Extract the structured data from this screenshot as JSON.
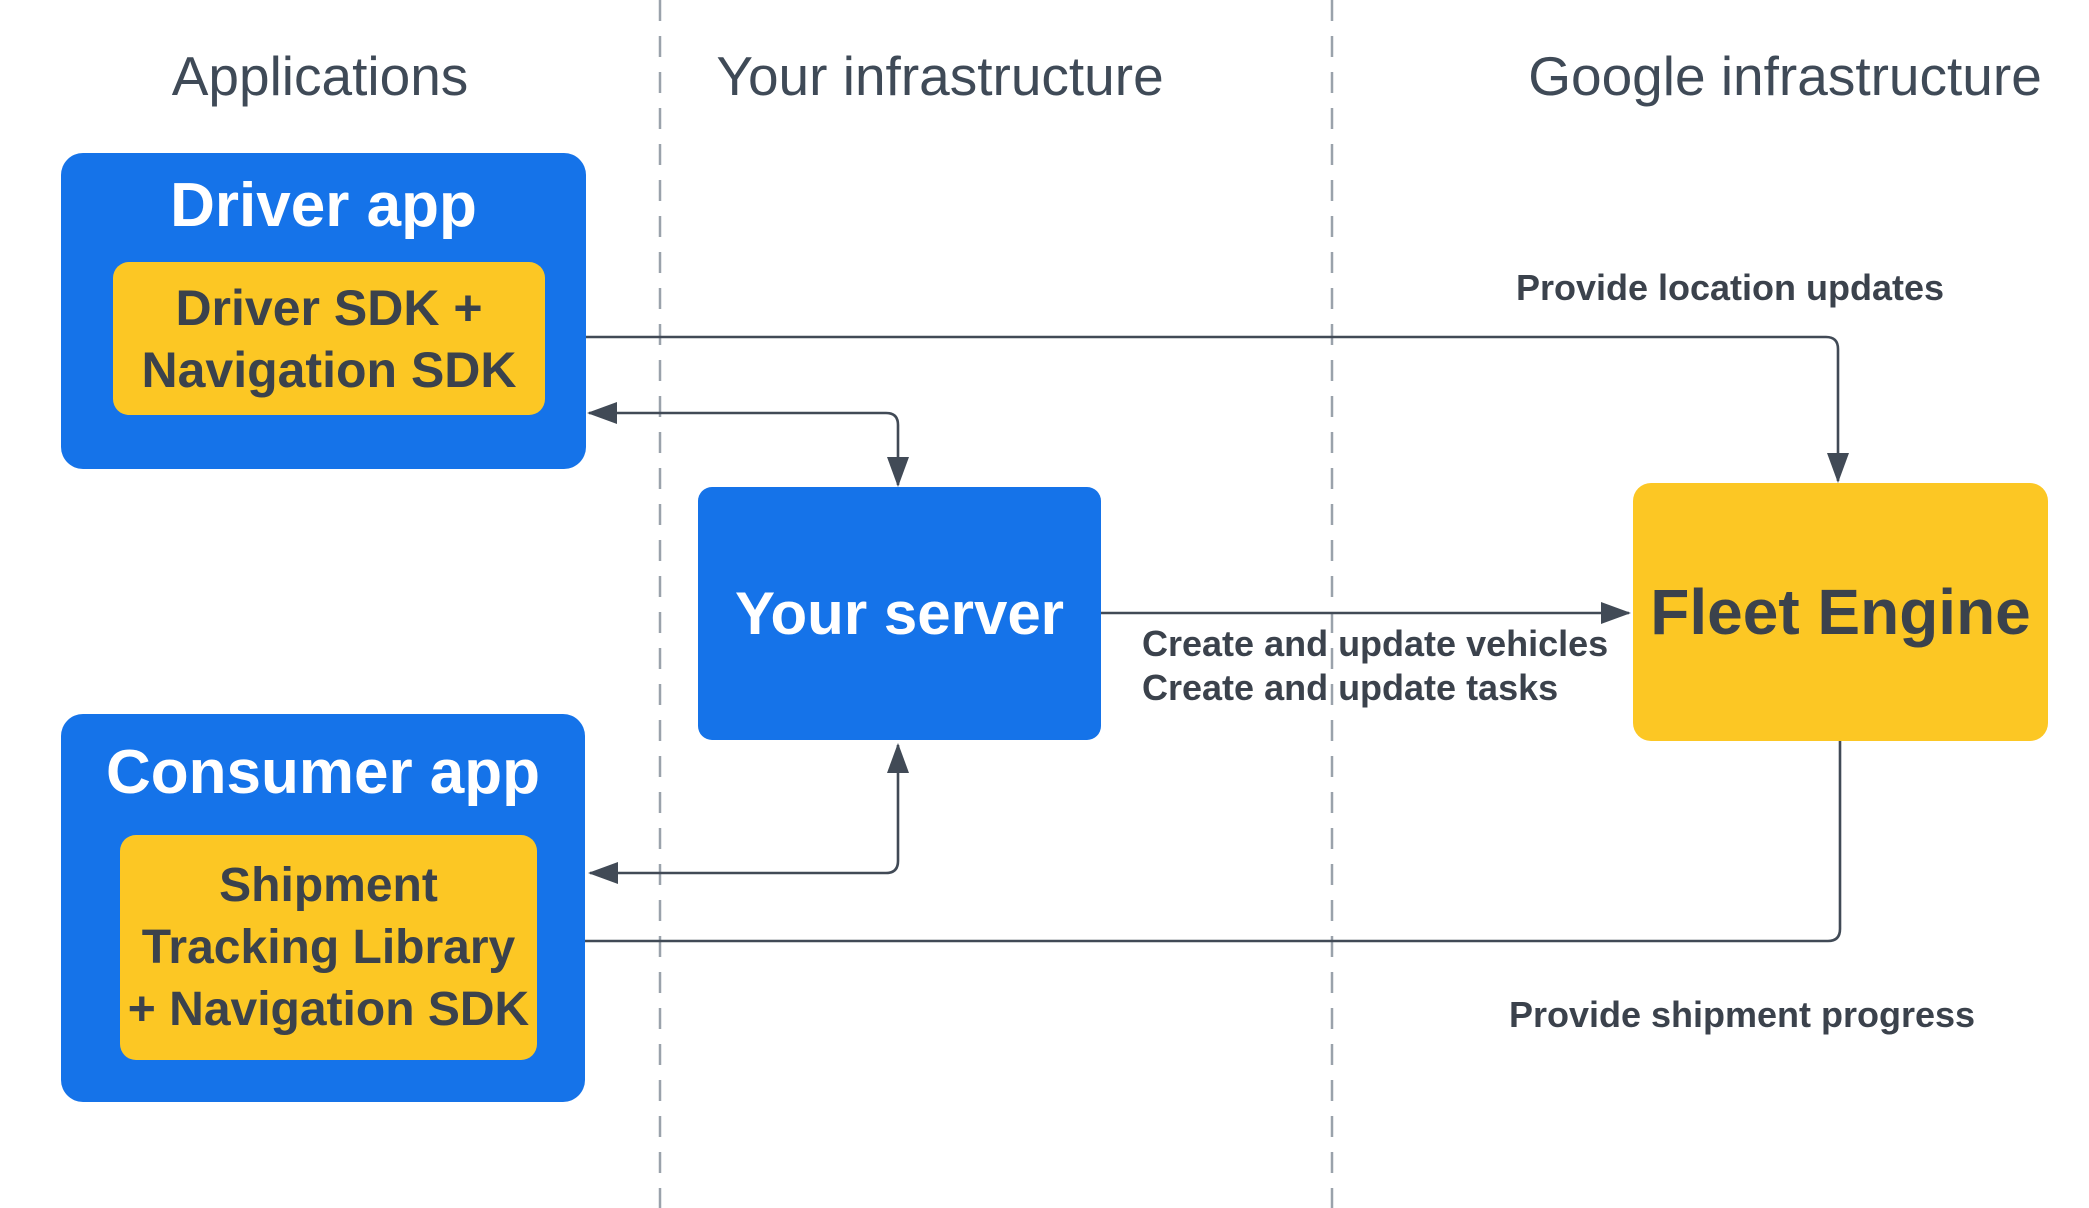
{
  "lanes": {
    "applications": "Applications",
    "your_infrastructure": "Your infrastructure",
    "google_infrastructure": "Google infrastructure"
  },
  "nodes": {
    "driver_app": {
      "title": "Driver app",
      "sdk": {
        "line1": "Driver SDK +",
        "line2": "Navigation SDK"
      }
    },
    "your_server": {
      "title": "Your server"
    },
    "fleet_engine": {
      "title": "Fleet Engine"
    },
    "consumer_app": {
      "title": "Consumer app",
      "library": {
        "line1": "Shipment",
        "line2": "Tracking Library",
        "line3": "+ Navigation SDK"
      }
    }
  },
  "edge_labels": {
    "provide_location_updates": "Provide location updates",
    "create_and_update_vehicles": "Create and update vehicles",
    "create_and_update_tasks": "Create and update tasks",
    "provide_shipment_progress": "Provide shipment progress"
  },
  "theme": {
    "node_blue": "#1573e9",
    "node_yellow": "#fcc724",
    "line_color": "#414a56",
    "dashed_divider_color": "#9aa2ab",
    "title_text": "#ffffff",
    "dark_text": "#3b424c",
    "header_text": "#3f4a57"
  }
}
